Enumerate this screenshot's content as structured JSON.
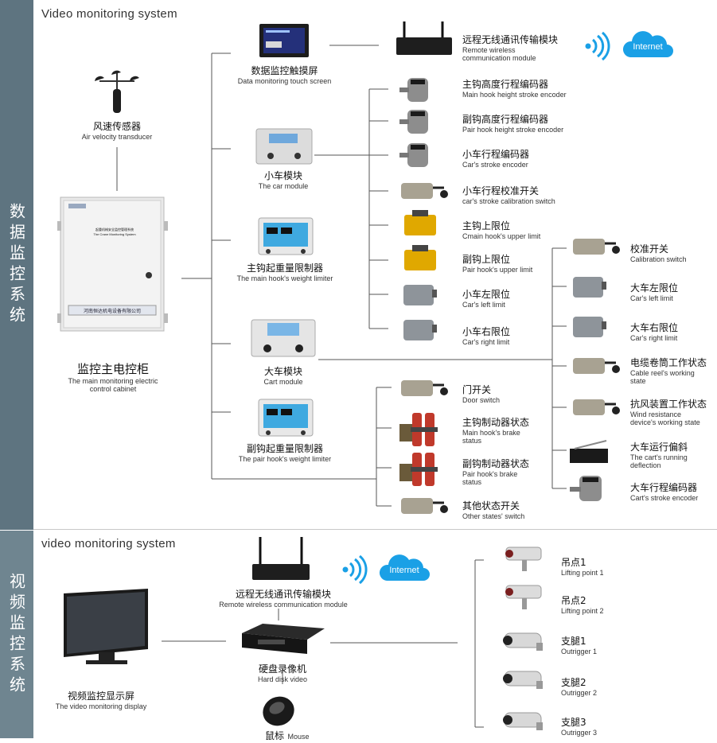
{
  "sidebar": {
    "top": "数据监控系统",
    "bottom": "视频监控系统"
  },
  "top_title": "Video monitoring  system",
  "bottom_title": "video monitoring  system",
  "cabinet": {
    "zh": "监控主电控柜",
    "en1": "The main monitoring electric",
    "en2": "control cabinet",
    "plate": "河南恒达机电设备有限公司",
    "panel_title": "起重机械安全监控管理系统",
    "panel_sub": "The Crane Monitoring System"
  },
  "anemometer": {
    "zh": "风速传感器",
    "en": "Air velocity transducer"
  },
  "touch": {
    "zh": "数据监控触摸屏",
    "en": "Data monitoring touch screen"
  },
  "car_module": {
    "zh": "小车模块",
    "en": "The car module"
  },
  "main_limiter": {
    "zh": "主钩起重量限制器",
    "en": "The main hook's  weight limiter"
  },
  "cart_module": {
    "zh": "大车模块",
    "en": "Cart module"
  },
  "pair_limiter": {
    "zh": "副钩起重量限制器",
    "en": "The pair hook's  weight limiter"
  },
  "wireless_top": {
    "zh": "远程无线通讯传输模块",
    "en1": "Remote wireless",
    "en2": "communication module"
  },
  "internet": "Internet",
  "car_items": [
    {
      "zh": "主钩高度行程编码器",
      "en": "Main hook height stroke encoder"
    },
    {
      "zh": "副钩高度行程编码器",
      "en": "Pair hook height  stroke encoder"
    },
    {
      "zh": "小车行程编码器",
      "en": "Car's stroke encoder"
    },
    {
      "zh": "小车行程校准开关",
      "en": "car's stroke calibration switch"
    },
    {
      "zh": "主钩上限位",
      "en": "Cmain hook's upper limit"
    },
    {
      "zh": "副钩上限位",
      "en": "Pair hook's upper  limit"
    },
    {
      "zh": "小车左限位",
      "en": "Car's left limit"
    },
    {
      "zh": "小车右限位",
      "en": "Car's  right limit"
    }
  ],
  "cart_items": [
    {
      "zh": "校准开关",
      "en1": "Calibration switch",
      "en2": ""
    },
    {
      "zh": "大车左限位",
      "en1": "Car's left limit",
      "en2": ""
    },
    {
      "zh": "大车右限位",
      "en1": "Car's  right limit",
      "en2": ""
    },
    {
      "zh": "电缆卷筒工作状态",
      "en1": "Cable reel's working",
      "en2": "state"
    },
    {
      "zh": "抗风装置工作状态",
      "en1": "Wind resistance",
      "en2": "device's working state"
    },
    {
      "zh": "大车运行偏斜",
      "en1": "The cart's running",
      "en2": "deflection"
    },
    {
      "zh": "大车行程编码器",
      "en1": "Cart's stroke encoder",
      "en2": ""
    }
  ],
  "lower_items": [
    {
      "zh": "门开关",
      "en1": "Door switch",
      "en2": ""
    },
    {
      "zh": "主钩制动器状态",
      "en1": "Main hook's brake",
      "en2": "status"
    },
    {
      "zh": "副钩制动器状态",
      "en1": "Pair hook's brake",
      "en2": "status"
    },
    {
      "zh": "其他状态开关",
      "en1": "Other states' switch",
      "en2": ""
    }
  ],
  "video": {
    "display": {
      "zh": "视频监控显示屏",
      "en": "The video monitoring  display"
    },
    "wireless": {
      "zh": "远程无线通讯传输模块",
      "en": "Remote wireless  communication module"
    },
    "dvr": {
      "zh": "硬盘录像机",
      "en": "Hard disk video"
    },
    "mouse": {
      "zh": "鼠标",
      "en": "Mouse"
    },
    "cameras": [
      {
        "zh": "吊点1",
        "en": "Lifting point 1"
      },
      {
        "zh": "吊点2",
        "en": "Lifting point 2"
      },
      {
        "zh": "支腿1",
        "en": "Outrigger 1"
      },
      {
        "zh": "支腿2",
        "en": "Outrigger 2"
      },
      {
        "zh": "支腿3",
        "en": "Outrigger 3"
      }
    ]
  }
}
